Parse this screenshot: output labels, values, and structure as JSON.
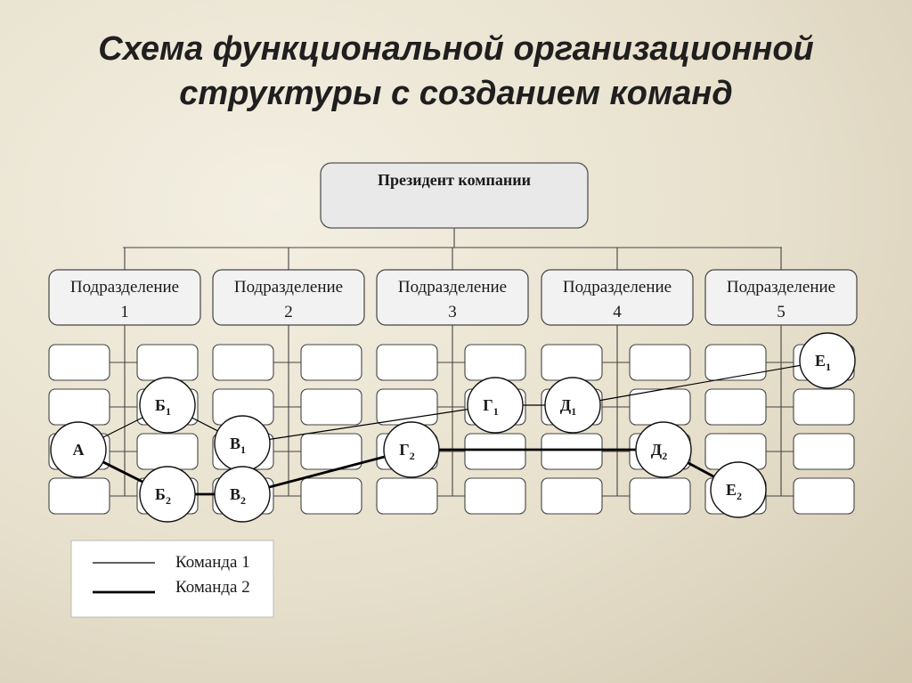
{
  "title": {
    "line1": "Схема функциональной организационной",
    "line2": "структуры с созданием команд"
  },
  "president": {
    "label": "Президент компании"
  },
  "divisions": [
    {
      "line1": "Подразделение",
      "line2": "1"
    },
    {
      "line1": "Подразделение",
      "line2": "2"
    },
    {
      "line1": "Подразделение",
      "line2": "3"
    },
    {
      "line1": "Подразделение",
      "line2": "4"
    },
    {
      "line1": "Подразделение",
      "line2": "5"
    }
  ],
  "nodes": [
    {
      "id": "A",
      "letter": "А",
      "sub": ""
    },
    {
      "id": "B1",
      "letter": "Б",
      "sub": "1"
    },
    {
      "id": "B2",
      "letter": "Б",
      "sub": "2"
    },
    {
      "id": "V1",
      "letter": "В",
      "sub": "1"
    },
    {
      "id": "V2",
      "letter": "В",
      "sub": "2"
    },
    {
      "id": "G1",
      "letter": "Г",
      "sub": "1"
    },
    {
      "id": "G2",
      "letter": "Г",
      "sub": "2"
    },
    {
      "id": "D1",
      "letter": "Д",
      "sub": "1"
    },
    {
      "id": "D2",
      "letter": "Д",
      "sub": "2"
    },
    {
      "id": "E1",
      "letter": "Е",
      "sub": "1"
    },
    {
      "id": "E2",
      "letter": "Е",
      "sub": "2"
    }
  ],
  "edges": [
    {
      "from": "A",
      "to": "B1",
      "team": 1
    },
    {
      "from": "B1",
      "to": "V1",
      "team": 1
    },
    {
      "from": "V1",
      "to": "G1",
      "team": 1
    },
    {
      "from": "G1",
      "to": "D1",
      "team": 1
    },
    {
      "from": "D1",
      "to": "E1",
      "team": 1
    },
    {
      "from": "A",
      "to": "B2",
      "team": 2
    },
    {
      "from": "B2",
      "to": "V2",
      "team": 2
    },
    {
      "from": "V2",
      "to": "G2",
      "team": 2
    },
    {
      "from": "G2",
      "to": "D2",
      "team": 2
    },
    {
      "from": "D2",
      "to": "E2",
      "team": 2
    }
  ],
  "legend": {
    "team1": "Команда 1",
    "team2": "Команда 2"
  }
}
